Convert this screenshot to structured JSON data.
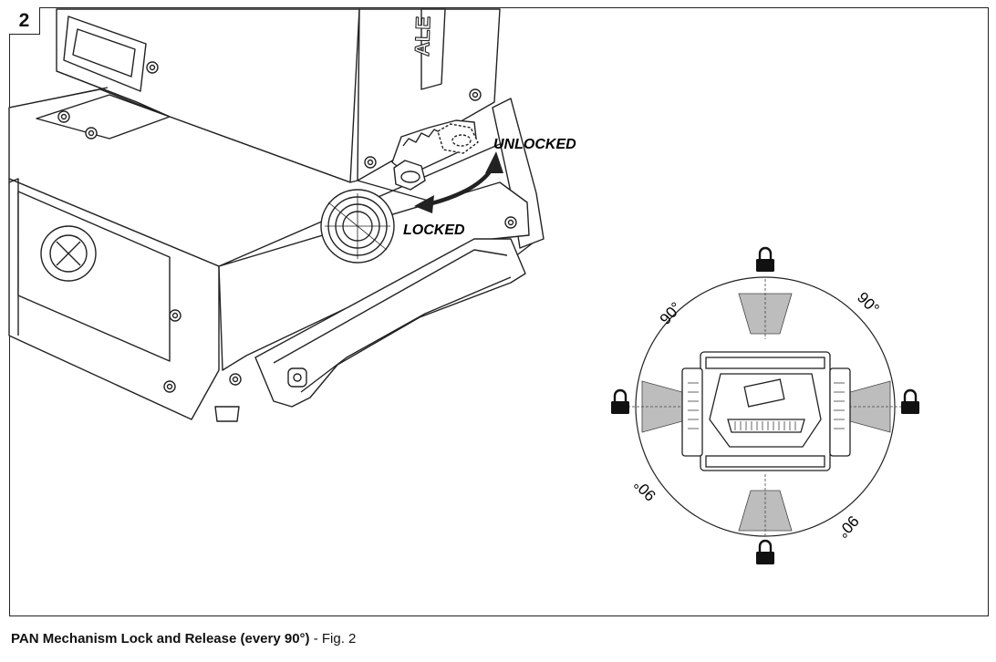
{
  "figure": {
    "number": "2",
    "labels": {
      "unlocked": "UNLOCKED",
      "locked": "LOCKED",
      "nameplate": "ALE",
      "deg_top_left": "90°",
      "deg_top_right": "90°",
      "deg_bottom_left": "90°",
      "deg_bottom_right": "90°"
    },
    "icons": [
      "lock-icon-top",
      "lock-icon-bottom",
      "lock-icon-left",
      "lock-icon-right",
      "curved-arrow-icon"
    ]
  },
  "caption": {
    "bold": "PAN Mechanism Lock and Release (every 90°)",
    "suffix": " - Fig. 2"
  }
}
